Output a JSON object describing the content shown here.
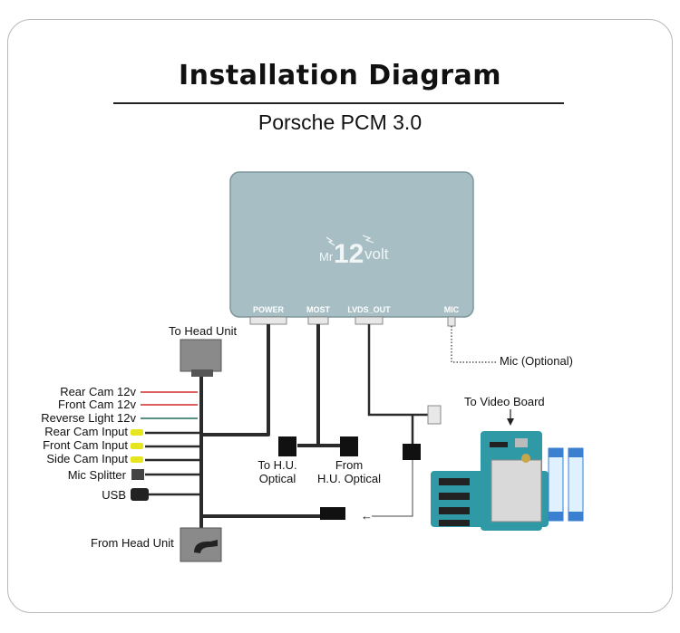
{
  "title": "Installation Diagram",
  "subtitle": "Porsche PCM 3.0",
  "module": {
    "brand_prefix": "Mr",
    "brand_number": "12",
    "brand_suffix": "volt",
    "ports": {
      "power": "POWER",
      "most": "MOST",
      "lvds": "LVDS_OUT",
      "mic": "MIC"
    }
  },
  "labels": {
    "to_head_unit": "To Head Unit",
    "from_head_unit": "From Head Unit",
    "mic_optional": "Mic (Optional)",
    "to_video_board": "To Video Board",
    "to_hu_optical_1": "To H.U.",
    "to_hu_optical_2": "Optical",
    "from_hu_optical_1": "From",
    "from_hu_optical_2": "H.U. Optical"
  },
  "harness": {
    "rear_cam_12v": "Rear Cam 12v",
    "front_cam_12v": "Front Cam 12v",
    "reverse_light_12v": "Reverse Light 12v",
    "rear_cam_input": "Rear Cam Input",
    "front_cam_input": "Front Cam Input",
    "side_cam_input": "Side Cam Input",
    "mic_splitter": "Mic Splitter",
    "usb": "USB"
  },
  "colors": {
    "module_fill": "#a7bfc4",
    "cable": "#2b2b2b",
    "power_wire": "#d42a2a",
    "reverse_wire": "#1e6f5c",
    "rca_yellow": "#e6e61e",
    "board_teal": "#2f9aa6",
    "ribbon_blue": "#3a7fd0"
  }
}
